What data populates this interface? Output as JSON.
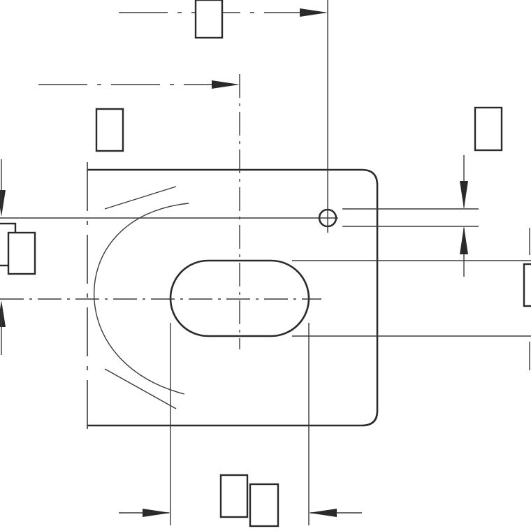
{
  "drawing": {
    "dimension_labels": [
      {
        "id": "top-width",
        "text": ""
      },
      {
        "id": "upper-width",
        "text": ""
      },
      {
        "id": "left-hole-offset",
        "text": ""
      },
      {
        "id": "hole-spacing",
        "text": ""
      },
      {
        "id": "slot-height",
        "text": ""
      },
      {
        "id": "slot-length",
        "text": ""
      }
    ],
    "colors": {
      "line": "#2a2a2a",
      "background": "#ffffff"
    }
  }
}
